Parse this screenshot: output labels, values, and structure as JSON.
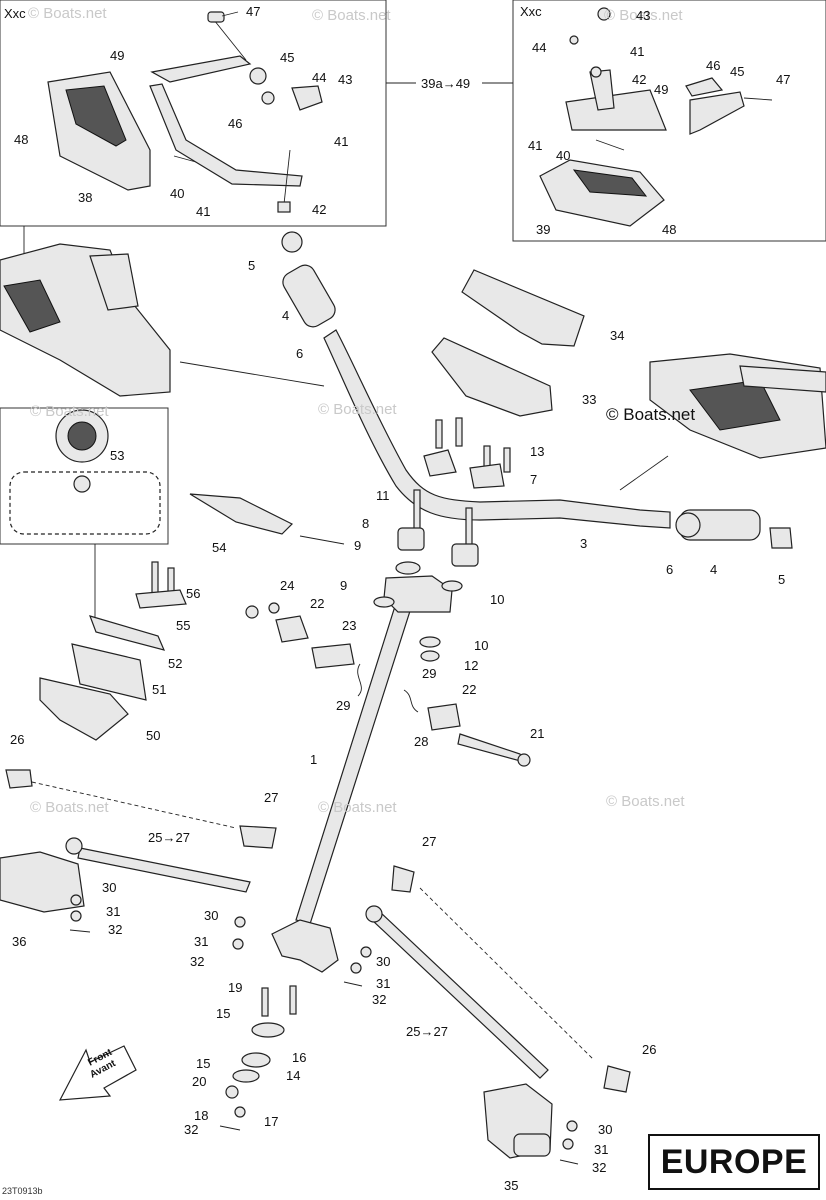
{
  "variant_label": "Xxc",
  "europe_label": "EUROPE",
  "doc_code": "23T0913b",
  "front_label": [
    "Front",
    "Avant"
  ],
  "watermarks": [
    "© Boats.net"
  ],
  "range_label_top": "39a→49",
  "callouts": {
    "c47a": "47",
    "c49a": "49",
    "c45a": "45",
    "c44a": "44",
    "c43a": "43",
    "c46a": "46",
    "c41a": "41",
    "c48a": "48",
    "c38": "38",
    "c40a": "40",
    "c41b": "41",
    "c42a": "42",
    "c43b": "43",
    "c44b": "44",
    "c41c": "41",
    "c42b": "42",
    "c46b": "46",
    "c45b": "45",
    "c47b": "47",
    "c49b": "49",
    "c41d": "41",
    "c40b": "40",
    "c39": "39",
    "c48b": "48",
    "c5a": "5",
    "c4a": "4",
    "c6a": "6",
    "c34": "34",
    "c33": "33",
    "c53": "53",
    "c13": "13",
    "c7": "7",
    "c11": "11",
    "c8": "8",
    "c9a": "9",
    "c54": "54",
    "c3": "3",
    "c6b": "6",
    "c4b": "4",
    "c5b": "5",
    "c24": "24",
    "c22a": "22",
    "c9b": "9",
    "c10a": "10",
    "c56": "56",
    "c23": "23",
    "c10b": "10",
    "c55": "55",
    "c12": "12",
    "c52": "52",
    "c29a": "29",
    "c29b": "29",
    "c22b": "22",
    "c51": "51",
    "c28": "28",
    "c50": "50",
    "c21": "21",
    "c26a": "26",
    "c1": "1",
    "c27a": "27",
    "c25a": "25→27",
    "c30a": "30",
    "c31a": "31",
    "c32a": "32",
    "c36": "36",
    "c30b": "30",
    "c31b": "31",
    "c32b": "32",
    "c27b": "27",
    "c30c": "30",
    "c31c": "31",
    "c32c": "32",
    "c19": "19",
    "c15a": "15",
    "c16": "16",
    "c25b": "25→27",
    "c26b": "26",
    "c15b": "15",
    "c14": "14",
    "c20": "20",
    "c18": "18",
    "c17": "17",
    "c32d": "32",
    "c30d": "30",
    "c31d": "31",
    "c32e": "32",
    "c35": "35"
  },
  "chart_data": {
    "type": "diagram",
    "title": "",
    "part_numbers": [
      "1",
      "3",
      "4",
      "5",
      "6",
      "7",
      "8",
      "9",
      "10",
      "11",
      "12",
      "13",
      "14",
      "15",
      "16",
      "17",
      "18",
      "19",
      "20",
      "21",
      "22",
      "23",
      "24",
      "25",
      "26",
      "27",
      "28",
      "29",
      "30",
      "31",
      "32",
      "33",
      "34",
      "35",
      "36",
      "38",
      "39",
      "40",
      "41",
      "42",
      "43",
      "44",
      "45",
      "46",
      "47",
      "48",
      "49",
      "50",
      "51",
      "52",
      "53",
      "54",
      "55",
      "56"
    ]
  }
}
